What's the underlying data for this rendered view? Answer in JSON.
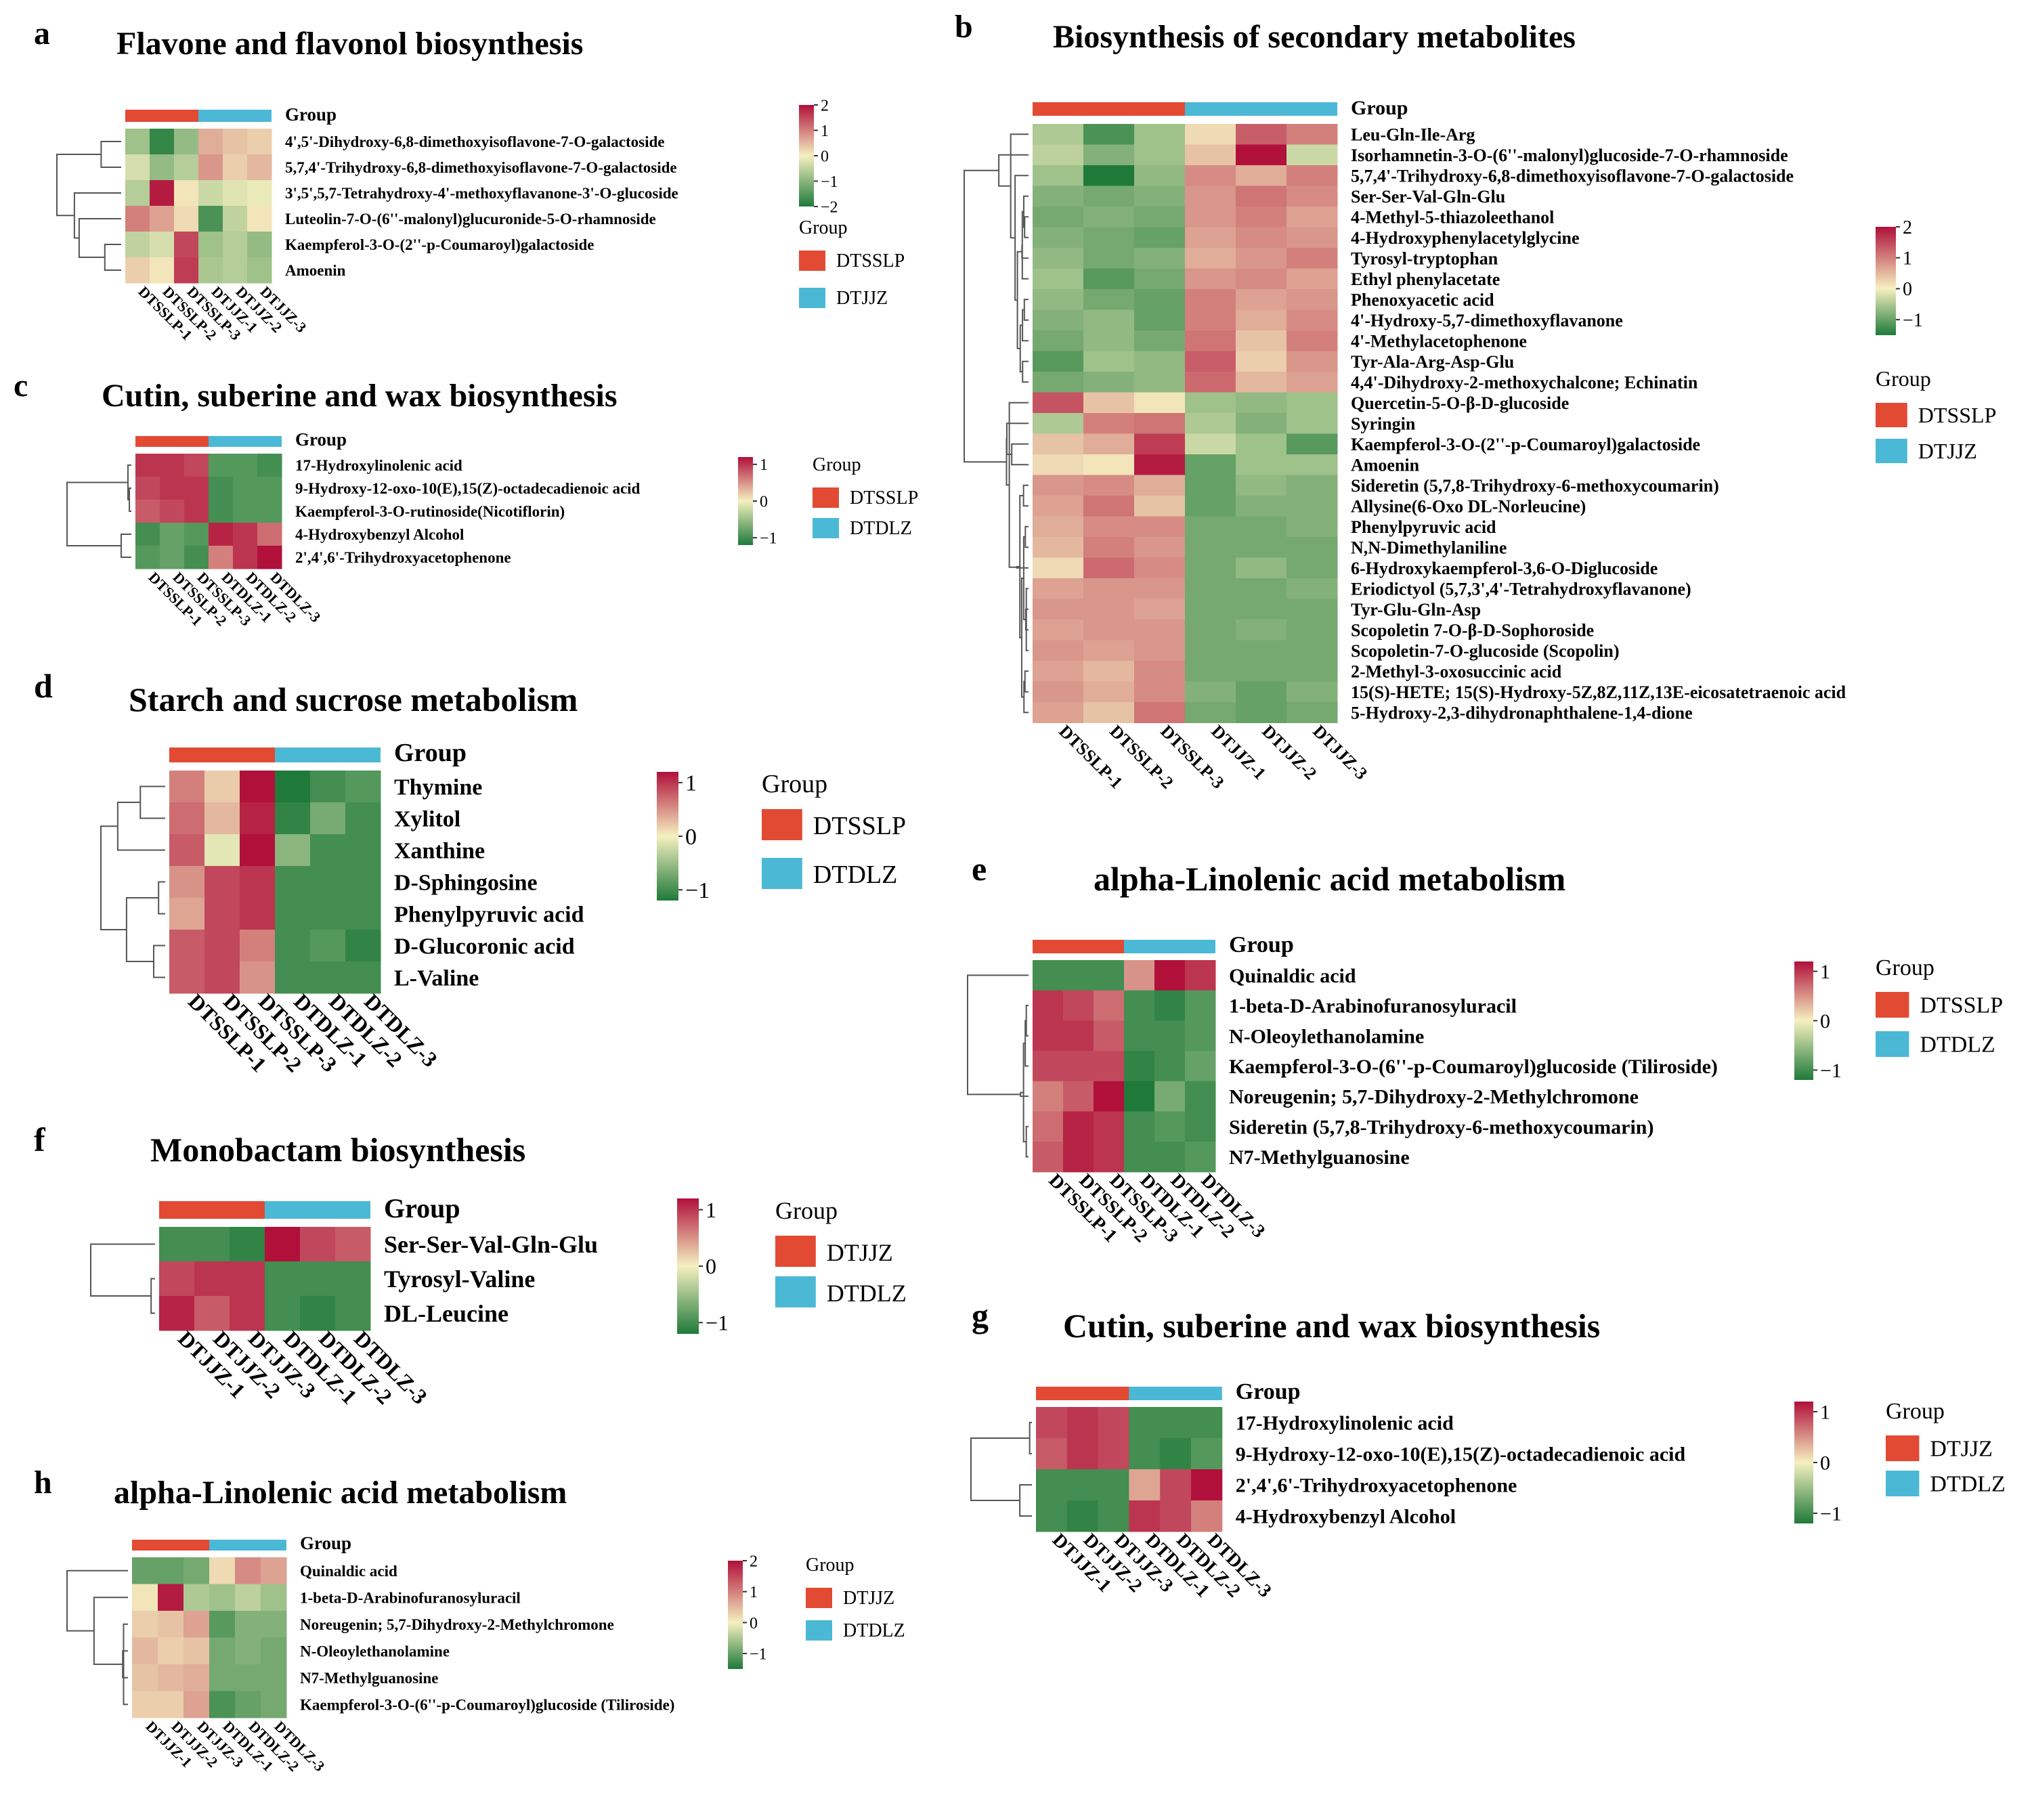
{
  "colors": {
    "group_a": "#e24a33",
    "group_b": "#4bb8d6",
    "scale": [
      "#1f7a3a",
      "#f5f0c0",
      "#b0103a"
    ]
  },
  "legend_group_title": "Group",
  "chart_data": [
    {
      "id": "a",
      "letter": "a",
      "type": "heatmap",
      "title": "Flavone and flavonol biosynthesis",
      "group_label": "Group",
      "groups": [
        "DTSSLP",
        "DTJJZ"
      ],
      "scale_ticks": [
        2,
        1,
        0,
        -1,
        -2
      ],
      "scale_range": [
        -2,
        2
      ],
      "columns": [
        "DTSSLP-1",
        "DTSSLP-2",
        "DTSSLP-3",
        "DTJJZ-1",
        "DTJJZ-2",
        "DTJJZ-3"
      ],
      "rows": [
        "4',5'-Dihydroxy-6,8-dimethoxyisoflavone-7-O-galactoside",
        "5,7,4'-Trihydroxy-6,8-dimethoxyisoflavone-7-O-galactoside",
        "3',5',5,7-Tetrahydroxy-4'-methoxyflavanone-3'-O-glucoside",
        "Luteolin-7-O-(6''-malonyl)glucuronide-5-O-rhamnoside",
        "Kaempferol-3-O-(2''-p-Coumaroyl)galactoside",
        "Amoenin"
      ],
      "values": [
        [
          -0.8,
          -1.8,
          -0.9,
          0.6,
          0.4,
          0.3
        ],
        [
          -0.3,
          -0.9,
          -0.6,
          0.8,
          0.3,
          0.5
        ],
        [
          -0.6,
          1.9,
          0.1,
          -0.4,
          -0.2,
          -0.1
        ],
        [
          1.0,
          0.7,
          0.2,
          -1.6,
          -0.5,
          0.1
        ],
        [
          -0.5,
          -0.3,
          1.5,
          -0.8,
          -0.6,
          -0.9
        ],
        [
          0.3,
          0.1,
          1.6,
          -0.7,
          -0.6,
          -0.8
        ]
      ]
    },
    {
      "id": "b",
      "letter": "b",
      "type": "heatmap",
      "title": "Biosynthesis of secondary metabolites",
      "group_label": "Group",
      "groups": [
        "DTSSLP",
        "DTJJZ"
      ],
      "scale_ticks": [
        2,
        1,
        0,
        -1
      ],
      "scale_range": [
        -1.5,
        2
      ],
      "columns": [
        "DTSSLP-1",
        "DTSSLP-2",
        "DTSSLP-3",
        "DTJJZ-1",
        "DTJJZ-2",
        "DTJJZ-3"
      ],
      "rows": [
        "Leu-Gln-Ile-Arg",
        "Isorhamnetin-3-O-(6''-malonyl)glucoside-7-O-rhamnoside",
        "5,7,4'-Trihydroxy-6,8-dimethoxyisoflavone-7-O-galactoside",
        "Ser-Ser-Val-Gln-Glu",
        "4-Methyl-5-thiazoleethanol",
        "4-Hydroxyphenylacetylglycine",
        "Tyrosyl-tryptophan",
        "Ethyl phenylacetate",
        "Phenoxyacetic acid",
        "4'-Hydroxy-5,7-dimethoxyflavanone",
        "4'-Methylacetophenone",
        "Tyr-Ala-Arg-Asp-Glu",
        "4,4'-Dihydroxy-2-methoxychalcone; Echinatin",
        "Quercetin-5-O-β-D-glucoside",
        "Syringin",
        "Kaempferol-3-O-(2''-p-Coumaroyl)galactoside",
        "Amoenin",
        "Sideretin (5,7,8-Trihydroxy-6-methoxycoumarin)",
        "Allysine(6-Oxo DL-Norleucine)",
        "Phenylpyruvic acid",
        "N,N-Dimethylaniline",
        "6-Hydroxykaempferol-3,6-O-Diglucoside",
        "Eriodictyol (5,7,3',4'-Tetrahydroxyflavanone)",
        "Tyr-Glu-Gln-Asp",
        "Scopoletin 7-O-β-D-Sophoroside",
        "Scopoletin-7-O-glucoside (Scopolin)",
        "2-Methyl-3-oxosuccinic acid",
        "15(S)-HETE; 15(S)-Hydroxy-5Z,8Z,11Z,13E-eicosatetraenoic acid",
        "5-Hydroxy-2,3-dihydronaphthalene-1,4-dione"
      ],
      "values": [
        [
          -0.5,
          -1.2,
          -0.6,
          0.2,
          1.3,
          1.0
        ],
        [
          -0.4,
          -0.8,
          -0.6,
          0.4,
          2.0,
          -0.3
        ],
        [
          -0.6,
          -1.5,
          -0.7,
          0.9,
          0.6,
          1.0
        ],
        [
          -0.8,
          -0.9,
          -0.8,
          0.8,
          1.1,
          0.9
        ],
        [
          -0.9,
          -0.8,
          -0.9,
          0.8,
          1.0,
          0.7
        ],
        [
          -0.8,
          -0.9,
          -1.0,
          0.7,
          0.9,
          0.8
        ],
        [
          -0.7,
          -0.9,
          -0.8,
          0.6,
          0.8,
          1.0
        ],
        [
          -0.6,
          -1.1,
          -0.9,
          0.8,
          0.9,
          0.7
        ],
        [
          -0.7,
          -0.9,
          -1.0,
          1.0,
          0.7,
          0.8
        ],
        [
          -0.8,
          -0.7,
          -1.0,
          1.0,
          0.6,
          0.9
        ],
        [
          -0.9,
          -0.7,
          -0.9,
          1.1,
          0.4,
          1.0
        ],
        [
          -1.1,
          -0.6,
          -0.7,
          1.3,
          0.3,
          0.8
        ],
        [
          -0.9,
          -0.8,
          -0.7,
          1.2,
          0.5,
          0.7
        ],
        [
          1.4,
          0.4,
          0.1,
          -0.6,
          -0.7,
          -0.6
        ],
        [
          -0.5,
          1.0,
          1.1,
          -0.5,
          -0.8,
          -0.6
        ],
        [
          0.4,
          0.6,
          1.6,
          -0.3,
          -0.6,
          -1.1
        ],
        [
          0.2,
          0.1,
          1.9,
          -1.0,
          -0.6,
          -0.6
        ],
        [
          0.8,
          0.9,
          0.6,
          -1.0,
          -0.7,
          -0.8
        ],
        [
          0.7,
          1.1,
          0.4,
          -1.0,
          -0.8,
          -0.8
        ],
        [
          0.6,
          0.9,
          0.9,
          -0.9,
          -0.9,
          -0.8
        ],
        [
          0.5,
          1.0,
          0.8,
          -0.9,
          -0.9,
          -0.9
        ],
        [
          0.2,
          1.2,
          0.9,
          -0.9,
          -0.7,
          -0.9
        ],
        [
          0.7,
          0.8,
          0.8,
          -0.9,
          -0.9,
          -0.8
        ],
        [
          0.8,
          0.8,
          0.7,
          -0.9,
          -0.9,
          -0.9
        ],
        [
          0.7,
          0.8,
          0.8,
          -0.9,
          -0.8,
          -0.9
        ],
        [
          0.8,
          0.7,
          0.8,
          -0.9,
          -0.9,
          -0.9
        ],
        [
          0.7,
          0.5,
          0.9,
          -0.9,
          -0.9,
          -0.9
        ],
        [
          0.8,
          0.6,
          0.9,
          -0.8,
          -1.0,
          -0.8
        ],
        [
          0.7,
          0.4,
          1.1,
          -0.9,
          -1.0,
          -0.9
        ]
      ]
    },
    {
      "id": "c",
      "letter": "c",
      "type": "heatmap",
      "title": "Cutin, suberine and wax biosynthesis",
      "group_label": "Group",
      "groups": [
        "DTSSLP",
        "DTDLZ"
      ],
      "scale_ticks": [
        1,
        0,
        -1
      ],
      "scale_range": [
        -1.2,
        1.2
      ],
      "columns": [
        "DTSSLP-1",
        "DTSSLP-2",
        "DTSSLP-3",
        "DTDLZ-1",
        "DTDLZ-2",
        "DTDLZ-3"
      ],
      "rows": [
        "17-Hydroxylinolenic acid",
        "9-Hydroxy-12-oxo-10(E),15(Z)-octadecadienoic acid",
        "Kaempferol-3-O-rutinoside(Nicotiflorin)",
        "4-Hydroxybenzyl Alcohol",
        "2',4',6'-Trihydroxyacetophenone"
      ],
      "values": [
        [
          1.0,
          1.0,
          0.9,
          -0.9,
          -0.9,
          -1.0
        ],
        [
          0.9,
          1.0,
          1.0,
          -1.0,
          -0.9,
          -0.9
        ],
        [
          0.8,
          0.9,
          1.0,
          -1.0,
          -0.9,
          -0.9
        ],
        [
          -1.0,
          -0.8,
          -0.9,
          1.1,
          1.0,
          0.7
        ],
        [
          -0.9,
          -0.8,
          -1.0,
          0.6,
          1.0,
          1.2
        ]
      ]
    },
    {
      "id": "d",
      "letter": "d",
      "type": "heatmap",
      "title": "Starch and sucrose metabolism",
      "group_label": "Group",
      "groups": [
        "DTSSLP",
        "DTDLZ"
      ],
      "scale_ticks": [
        1,
        0,
        -1
      ],
      "scale_range": [
        -1.2,
        1.2
      ],
      "columns": [
        "DTSSLP-1",
        "DTSSLP-2",
        "DTSSLP-3",
        "DTDLZ-1",
        "DTDLZ-2",
        "DTDLZ-3"
      ],
      "rows": [
        "Thymine",
        "Xylitol",
        "Xanthine",
        "D-Sphingosine",
        "Phenylpyruvic acid",
        "D-Glucoronic acid",
        "L-Valine"
      ],
      "values": [
        [
          0.6,
          0.2,
          1.2,
          -1.2,
          -1.0,
          -0.9
        ],
        [
          0.7,
          0.3,
          1.1,
          -1.1,
          -0.7,
          -1.0
        ],
        [
          0.8,
          -0.1,
          1.2,
          -0.6,
          -1.0,
          -1.0
        ],
        [
          0.5,
          0.9,
          1.0,
          -1.0,
          -1.0,
          -1.0
        ],
        [
          0.4,
          0.9,
          1.0,
          -1.0,
          -1.0,
          -1.0
        ],
        [
          0.8,
          0.9,
          0.6,
          -1.0,
          -0.9,
          -1.1
        ],
        [
          0.8,
          0.9,
          0.5,
          -1.0,
          -1.0,
          -1.0
        ]
      ]
    },
    {
      "id": "e",
      "letter": "e",
      "type": "heatmap",
      "title": "alpha-Linolenic acid metabolism",
      "group_label": "Group",
      "groups": [
        "DTSSLP",
        "DTDLZ"
      ],
      "scale_ticks": [
        1,
        0,
        -1
      ],
      "scale_range": [
        -1.2,
        1.2
      ],
      "columns": [
        "DTSSLP-1",
        "DTSSLP-2",
        "DTSSLP-3",
        "DTDLZ-1",
        "DTDLZ-2",
        "DTDLZ-3"
      ],
      "rows": [
        "Quinaldic acid",
        "1-beta-D-Arabinofuranosyluracil",
        "N-Oleoylethanolamine",
        "Kaempferol-3-O-(6''-p-Coumaroyl)glucoside (Tiliroside)",
        "Noreugenin; 5,7-Dihydroxy-2-Methylchromone",
        "Sideretin (5,7,8-Trihydroxy-6-methoxycoumarin)",
        "N7-Methylguanosine"
      ],
      "values": [
        [
          -1.0,
          -1.0,
          -1.0,
          0.5,
          1.3,
          1.0
        ],
        [
          1.0,
          0.9,
          0.7,
          -1.0,
          -1.1,
          -0.9
        ],
        [
          1.0,
          1.0,
          0.8,
          -1.0,
          -1.0,
          -0.9
        ],
        [
          0.9,
          0.9,
          0.9,
          -1.1,
          -1.0,
          -0.8
        ],
        [
          0.6,
          0.8,
          1.2,
          -1.2,
          -0.7,
          -1.0
        ],
        [
          0.7,
          1.1,
          1.0,
          -1.0,
          -0.9,
          -1.0
        ],
        [
          0.8,
          1.1,
          1.0,
          -1.0,
          -1.0,
          -0.9
        ]
      ]
    },
    {
      "id": "f",
      "letter": "f",
      "type": "heatmap",
      "title": "Monobactam biosynthesis",
      "group_label": "Group",
      "groups": [
        "DTJJZ",
        "DTDLZ"
      ],
      "scale_ticks": [
        1,
        0,
        -1
      ],
      "scale_range": [
        -1.2,
        1.2
      ],
      "columns": [
        "DTJJZ-1",
        "DTJJZ-2",
        "DTJJZ-3",
        "DTDLZ-1",
        "DTDLZ-2",
        "DTDLZ-3"
      ],
      "rows": [
        "Ser-Ser-Val-Gln-Glu",
        "Tyrosyl-Valine",
        "DL-Leucine"
      ],
      "values": [
        [
          -1.0,
          -1.0,
          -1.1,
          1.2,
          0.9,
          0.8
        ],
        [
          0.9,
          1.0,
          1.0,
          -1.0,
          -1.0,
          -1.0
        ],
        [
          1.1,
          0.8,
          1.0,
          -1.0,
          -1.1,
          -1.0
        ]
      ]
    },
    {
      "id": "g",
      "letter": "g",
      "type": "heatmap",
      "title": "Cutin, suberine and wax biosynthesis",
      "group_label": "Group",
      "groups": [
        "DTJJZ",
        "DTDLZ"
      ],
      "scale_ticks": [
        1,
        0,
        -1
      ],
      "scale_range": [
        -1.2,
        1.2
      ],
      "columns": [
        "DTJJZ-1",
        "DTJJZ-2",
        "DTJJZ-3",
        "DTDLZ-1",
        "DTDLZ-2",
        "DTDLZ-3"
      ],
      "rows": [
        "17-Hydroxylinolenic acid",
        "9-Hydroxy-12-oxo-10(E),15(Z)-octadecadienoic acid",
        "2',4',6'-Trihydroxyacetophenone",
        "4-Hydroxybenzyl Alcohol"
      ],
      "values": [
        [
          0.9,
          1.0,
          0.9,
          -1.0,
          -1.0,
          -1.0
        ],
        [
          0.8,
          1.0,
          0.9,
          -1.0,
          -1.1,
          -0.9
        ],
        [
          -1.0,
          -1.0,
          -1.0,
          0.4,
          0.9,
          1.3
        ],
        [
          -1.0,
          -1.1,
          -1.0,
          1.0,
          0.9,
          0.6
        ]
      ]
    },
    {
      "id": "h",
      "letter": "h",
      "type": "heatmap",
      "title": "alpha-Linolenic acid metabolism",
      "group_label": "Group",
      "groups": [
        "DTJJZ",
        "DTDLZ"
      ],
      "scale_ticks": [
        2,
        1,
        0,
        -1
      ],
      "scale_range": [
        -1.5,
        2
      ],
      "columns": [
        "DTJJZ-1",
        "DTJJZ-2",
        "DTJJZ-3",
        "DTDLZ-1",
        "DTDLZ-2",
        "DTDLZ-3"
      ],
      "rows": [
        "Quinaldic acid",
        "1-beta-D-Arabinofuranosyluracil",
        "Noreugenin; 5,7-Dihydroxy-2-Methylchromone",
        "N-Oleoylethanolamine",
        "N7-Methylguanosine",
        "Kaempferol-3-O-(6''-p-Coumaroyl)glucoside (Tiliroside)"
      ],
      "values": [
        [
          -1.0,
          -1.0,
          -0.9,
          0.2,
          0.9,
          0.7
        ],
        [
          0.1,
          1.9,
          -0.5,
          -0.6,
          -0.4,
          -0.6
        ],
        [
          0.3,
          0.4,
          0.7,
          -1.1,
          -0.8,
          -0.8
        ],
        [
          0.5,
          0.3,
          0.4,
          -0.9,
          -0.8,
          -0.9
        ],
        [
          0.4,
          0.5,
          0.6,
          -0.9,
          -0.9,
          -0.9
        ],
        [
          0.3,
          0.3,
          0.7,
          -1.2,
          -1.0,
          -0.9
        ]
      ]
    }
  ]
}
